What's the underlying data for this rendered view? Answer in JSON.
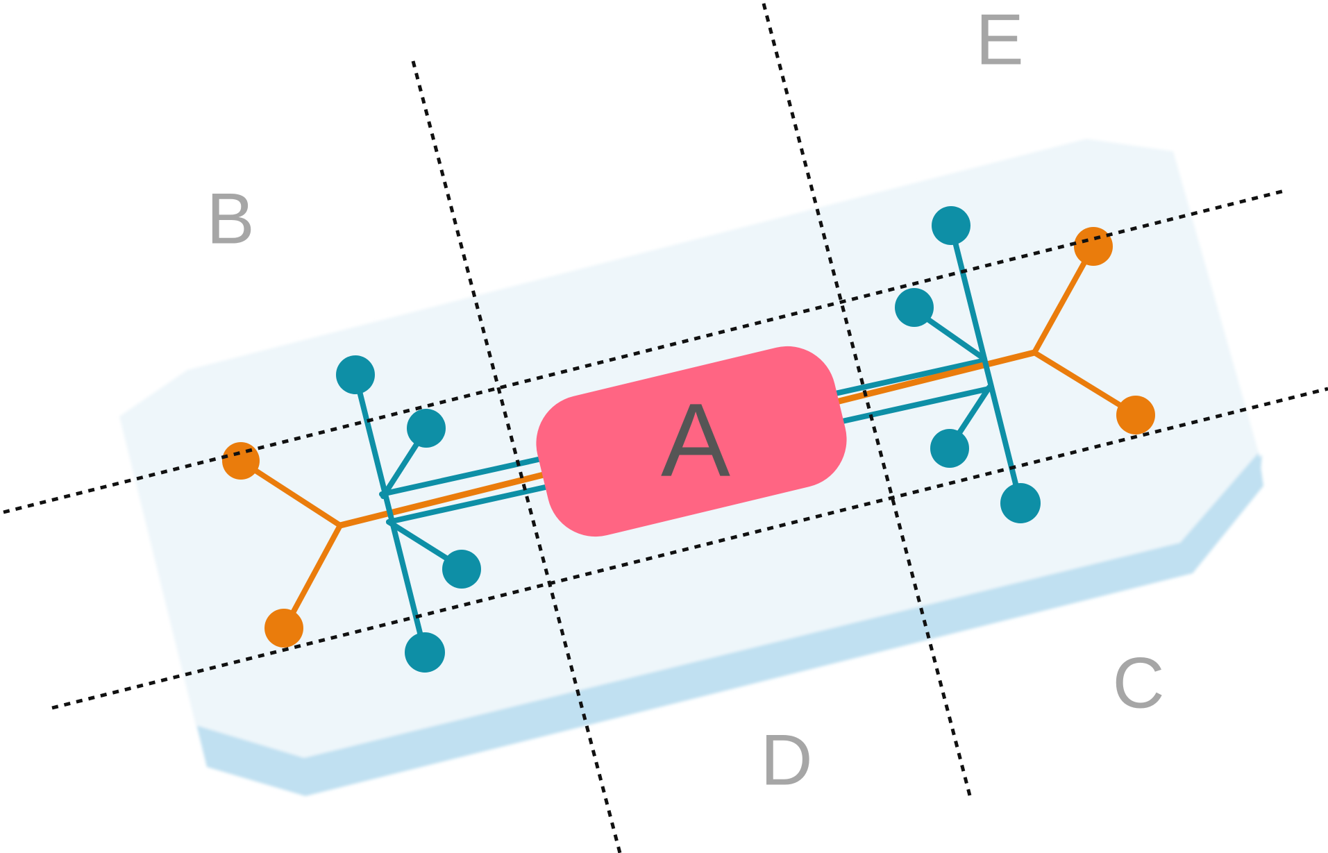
{
  "colors": {
    "chip_top": "#eef6fa",
    "chip_side": "#c0e0f1",
    "blue_channel": "#0e8fa6",
    "orange_channel": "#ea7c0c",
    "center_region": "#ff6583",
    "center_label": "#555555",
    "region_label": "#a6a6a6",
    "cut_line": "#111111"
  },
  "labels": {
    "center": "A",
    "upper_left": "B",
    "lower_right": "C",
    "bottom_middle": "D",
    "top_right": "E"
  }
}
